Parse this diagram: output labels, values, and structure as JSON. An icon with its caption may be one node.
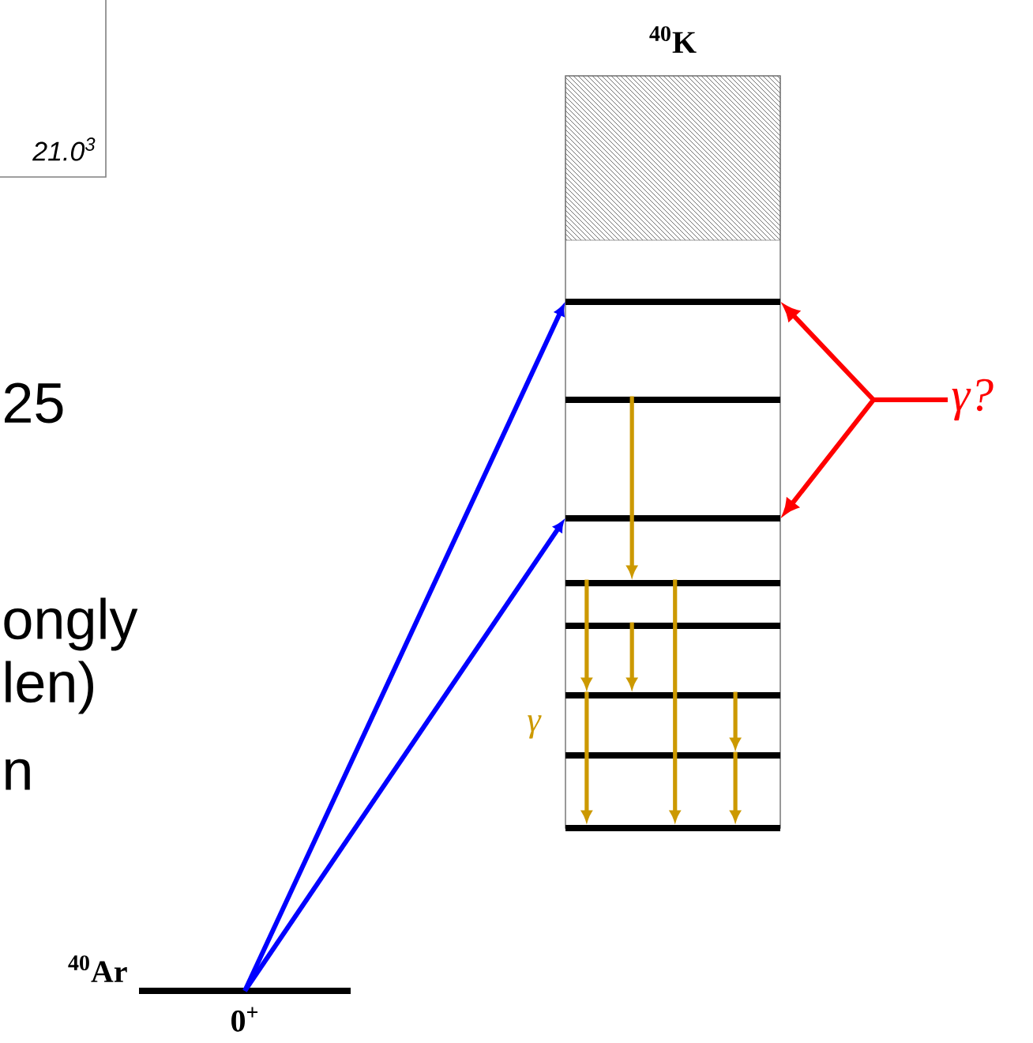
{
  "diagram": {
    "nodes": [
      {
        "text": [],
        "shape": "bar",
        "beside": [
          "$^{40}$Ar",
          "0$^{+}$"
        ]
      },
      {
        "text": [
          "$^{40}$K"
        ]
      },
      {
        "text": [],
        "shape": "bar",
        "in": 1
      },
      {
        "text": [],
        "shape": "bar",
        "in": 1
      },
      {
        "text": [],
        "shape": "bar",
        "in": 1
      },
      {
        "text": [],
        "shape": "bar",
        "in": 1
      },
      {
        "text": [],
        "shape": "bar",
        "in": 1
      },
      {
        "text": [],
        "shape": "bar",
        "in": 1
      },
      {
        "text": [],
        "shape": "bar",
        "in": 1
      },
      {
        "text": [],
        "shape": "bar",
        "in": 1
      },
      {
        "text": [
          "γ?"
        ]
      },
      {
        "text": [],
        "shape": "box",
        "in": 1
      }
    ],
    "edges": [
      {
        "from": 0,
        "to": 2,
        "arrow": "to",
        "color": "#0000ff"
      },
      {
        "from": 0,
        "to": 4,
        "arrow": "to",
        "color": "#0000ff"
      },
      {
        "from": 10,
        "to": 2,
        "arrow": "to",
        "color": "#ff0000"
      },
      {
        "from": 10,
        "to": 4,
        "arrow": "to",
        "color": "#ff0000"
      },
      {
        "from": 3,
        "to": 5,
        "arrow": "to"
      },
      {
        "from": 5,
        "to": 7,
        "arrow": "to"
      },
      {
        "from": 7,
        "to": 9,
        "arrow": "to"
      },
      {
        "from": 6,
        "to": 7,
        "arrow": "to"
      },
      {
        "from": 5,
        "to": 9,
        "arrow": "to"
      },
      {
        "from": 7,
        "to": 8,
        "arrow": "to"
      },
      {
        "from": 8,
        "to": 9,
        "arrow": "to"
      }
    ],
    "labels": [
      "21.0$^{3}$",
      "25",
      "ongly",
      "len)",
      "n",
      "γ"
    ]
  }
}
